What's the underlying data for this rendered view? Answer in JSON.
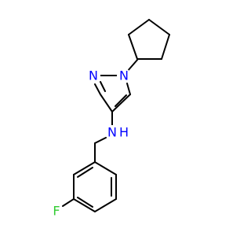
{
  "molecule": {
    "atoms": {
      "n1": {
        "symbol": "N",
        "color": "#0000ff"
      },
      "n2": {
        "symbol": "N",
        "color": "#0000ff"
      },
      "amine_n": {
        "symbol": "N",
        "color": "#0000ff"
      },
      "amine_h": {
        "symbol": "H",
        "color": "#0000ff"
      },
      "fluorine": {
        "symbol": "F",
        "color": "#33cc33"
      }
    },
    "bond_color": "#000000"
  }
}
